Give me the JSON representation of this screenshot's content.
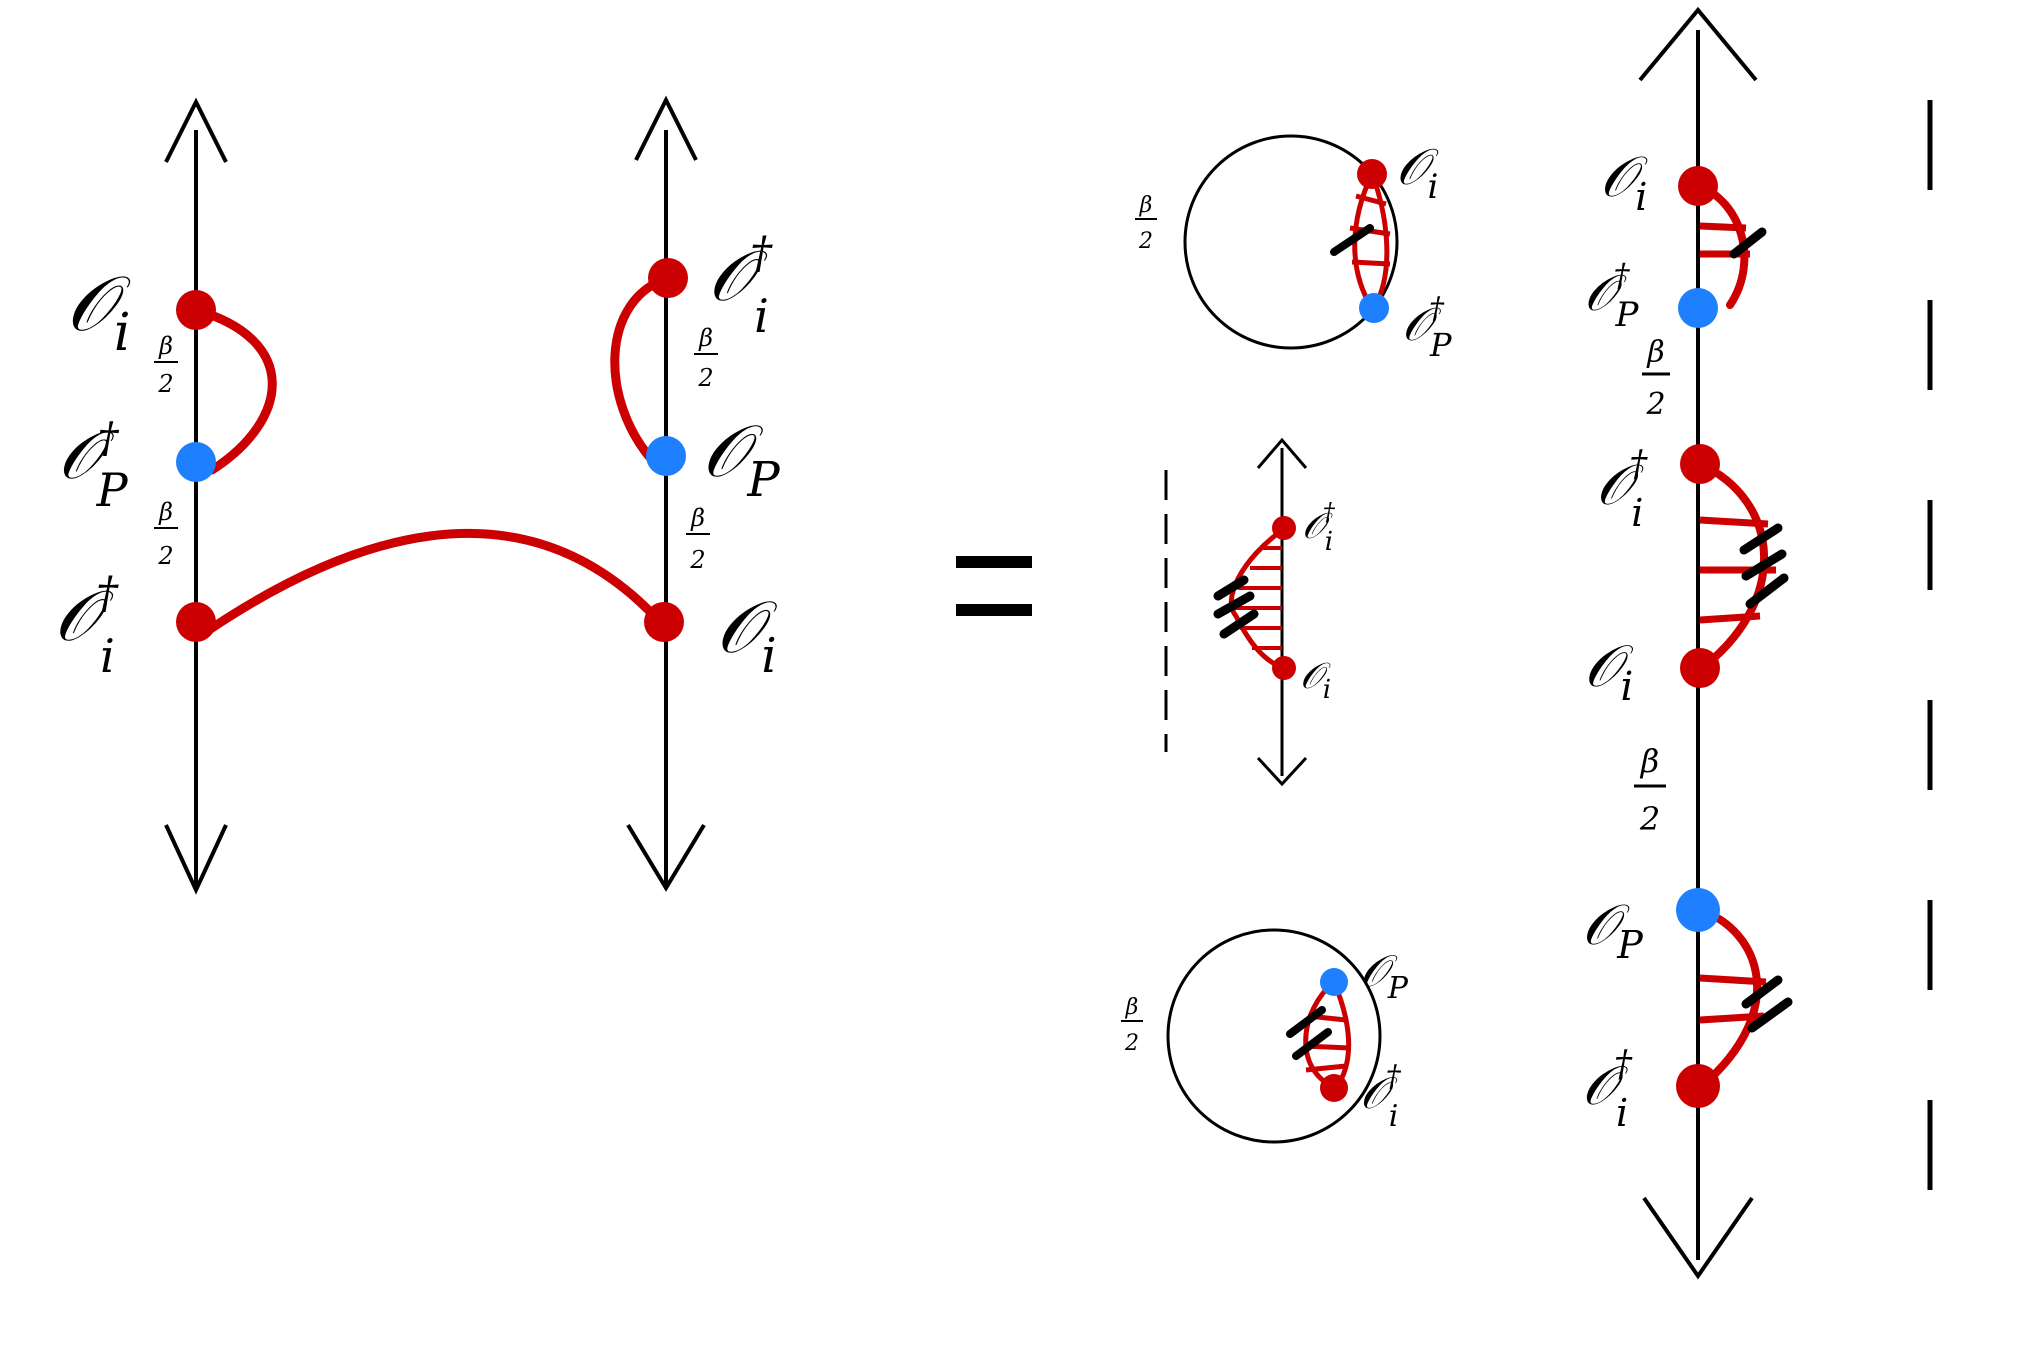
{
  "colors": {
    "line": "#000000",
    "red": "#cc0000",
    "blue": "#1e80ff"
  },
  "labels": {
    "op_i": "𝒪",
    "op_p": "𝒪",
    "sub_i": "i",
    "sub_p": "P",
    "dagger": "†",
    "beta": "β",
    "two": "2",
    "equals": "="
  }
}
